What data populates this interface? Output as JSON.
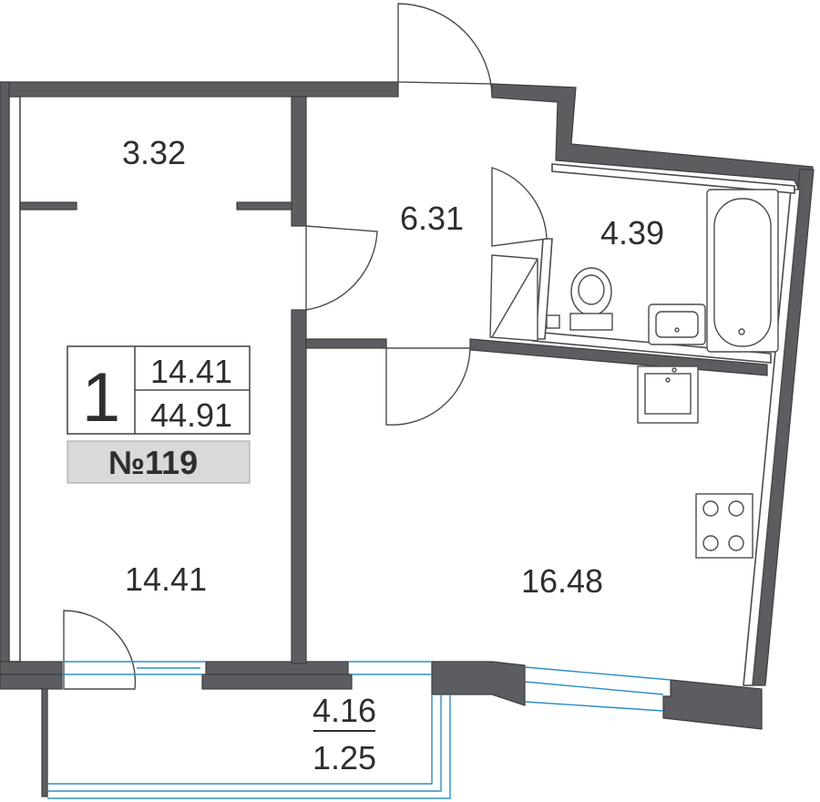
{
  "rooms": [
    {
      "id": "hall-small",
      "area": "3.32"
    },
    {
      "id": "corridor",
      "area": "6.31"
    },
    {
      "id": "bathroom",
      "area": "4.39"
    },
    {
      "id": "bedroom",
      "area": "14.41"
    },
    {
      "id": "kitchen-living",
      "area": "16.48"
    }
  ],
  "balcony": {
    "area_full": "4.16",
    "area_reduced": "1.25"
  },
  "badge": {
    "rooms_count": "1",
    "living_area": "14.41",
    "total_area": "44.91",
    "apartment_number": "№119"
  },
  "colors": {
    "wall": "#5b5d60",
    "glass": "#2b8fc4",
    "badge_fill": "#d9d9d9"
  }
}
